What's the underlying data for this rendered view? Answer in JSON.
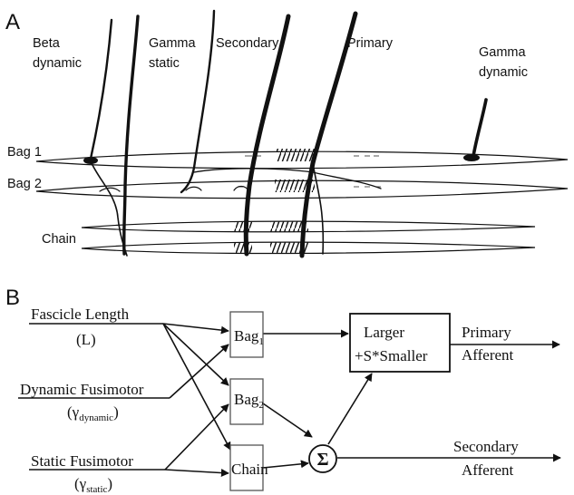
{
  "panel_a": {
    "letter": "A",
    "nerve_labels": {
      "beta_dynamic": [
        "Beta",
        "dynamic"
      ],
      "gamma_static": [
        "Gamma",
        "static"
      ],
      "secondary": "Secondary",
      "primary": "Primary",
      "gamma_dynamic": [
        "Gamma",
        "dynamic"
      ]
    },
    "fiber_labels": {
      "bag1": "Bag 1",
      "bag2": "Bag 2",
      "chain": "Chain"
    }
  },
  "panel_b": {
    "letter": "B",
    "inputs": {
      "fascicle": {
        "name": "Fascicle Length",
        "symbol": "(L)"
      },
      "dynamic": {
        "name": "Dynamic Fusimotor",
        "symbol_open": "(γ",
        "symbol_sub": "dynamic",
        "symbol_close": ")"
      },
      "static": {
        "name": "Static Fusimotor",
        "symbol_open": "(γ",
        "symbol_sub": "static",
        "symbol_close": ")"
      }
    },
    "blocks": {
      "bag1": {
        "base": "Bag",
        "sub": "1"
      },
      "bag2": {
        "base": "Bag",
        "sub": "2"
      },
      "chain": "Chain",
      "sum": "Σ",
      "combiner": [
        "Larger",
        "+S*Smaller"
      ]
    },
    "outputs": {
      "primary": [
        "Primary",
        "Afferent"
      ],
      "secondary": [
        "Secondary",
        "Afferent"
      ]
    }
  }
}
